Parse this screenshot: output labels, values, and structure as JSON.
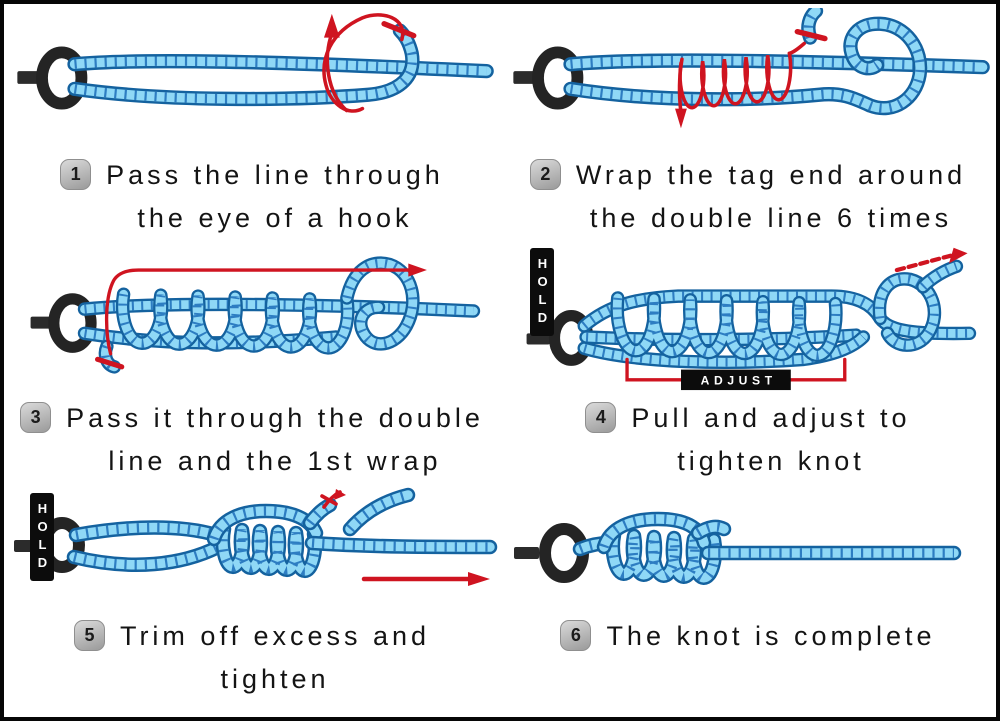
{
  "title_visible": false,
  "colors": {
    "rope_fill": "#8fd8f6",
    "rope_outline": "#14629f",
    "rope_tick": "#2d7dc2",
    "arrow_red": "#cf1420",
    "hook_black": "#242424",
    "badge_gray": "#b5b5b5",
    "text_black": "#141414",
    "page_bg": "#ffffff",
    "frame_border": "#060606"
  },
  "labels": {
    "hold": "HOLD",
    "adjust": "ADJUST"
  },
  "steps": [
    {
      "num": "1",
      "line1": "Pass the line through",
      "line2": "the eye of a hook"
    },
    {
      "num": "2",
      "line1": "Wrap the tag end around",
      "line2": "the double line 6 times"
    },
    {
      "num": "3",
      "line1": "Pass it through the double",
      "line2": "line and the 1st wrap"
    },
    {
      "num": "4",
      "line1": "Pull and adjust to",
      "line2": "tighten knot"
    },
    {
      "num": "5",
      "line1": "Trim off excess and",
      "line2": "tighten"
    },
    {
      "num": "6",
      "line1": "The knot is complete",
      "line2": ""
    }
  ]
}
